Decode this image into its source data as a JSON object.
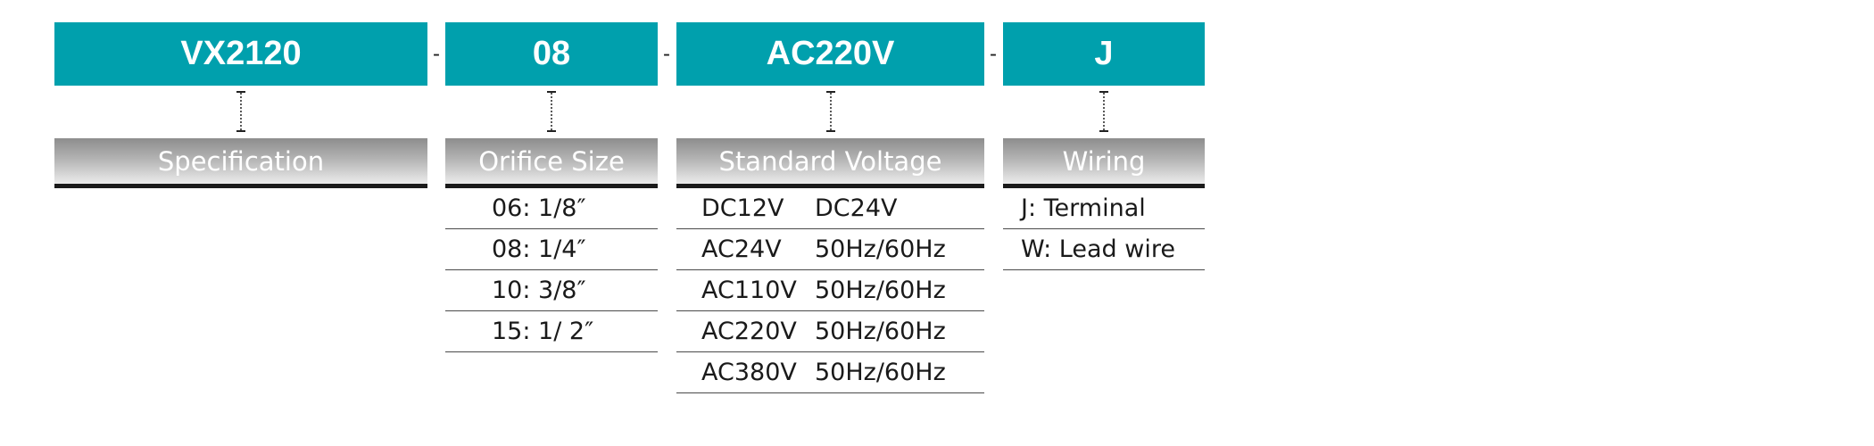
{
  "colors": {
    "code_box": "#00a0ad",
    "header_gradient_top": "#8d8d8d",
    "header_gradient_bottom": "#ececec",
    "header_rule": "#1b1b1b",
    "row_rule": "#4a4a4a"
  },
  "separator": "-",
  "segments": [
    {
      "code": "VX2120",
      "header": "Specification",
      "options": []
    },
    {
      "code": "08",
      "header": "Orifice Size",
      "options": [
        {
          "label": "06: 1/8″"
        },
        {
          "label": "08: 1/4″"
        },
        {
          "label": "10: 3/8″"
        },
        {
          "label": "15: 1/ 2″"
        }
      ]
    },
    {
      "code": "AC220V",
      "header": "Standard Voltage",
      "options": [
        {
          "voltage": "DC12V",
          "detail": "DC24V"
        },
        {
          "voltage": "AC24V",
          "detail": "50Hz/60Hz"
        },
        {
          "voltage": "AC110V",
          "detail": "50Hz/60Hz"
        },
        {
          "voltage": "AC220V",
          "detail": "50Hz/60Hz"
        },
        {
          "voltage": "AC380V",
          "detail": "50Hz/60Hz"
        }
      ]
    },
    {
      "code": "J",
      "header": "Wiring",
      "options": [
        {
          "label": "J: Terminal"
        },
        {
          "label": "W: Lead wire"
        }
      ]
    }
  ]
}
